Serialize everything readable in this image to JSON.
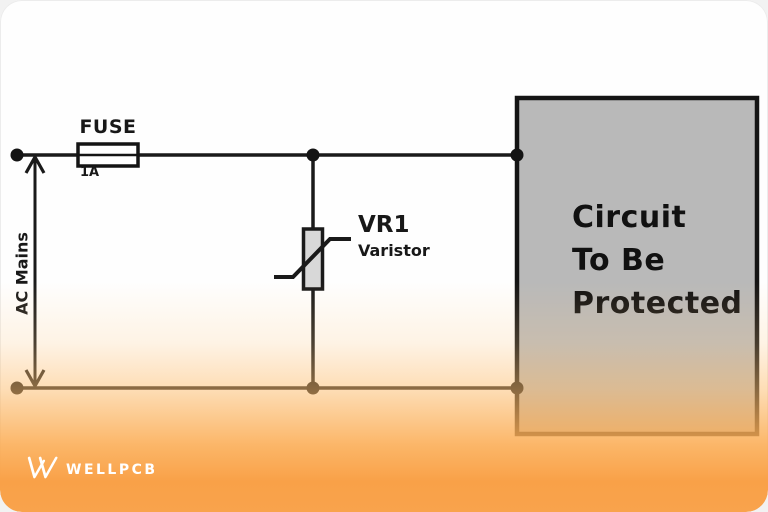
{
  "diagram": {
    "title_semantic": "varistor-surge-protection-circuit",
    "fuse": {
      "label": "FUSE",
      "rating": "1A"
    },
    "source": {
      "label": "AC Mains"
    },
    "varistor": {
      "designator": "VR1",
      "label": "Varistor"
    },
    "protected_box": {
      "lines": [
        "Circuit",
        "To Be",
        "Protected"
      ]
    },
    "colors": {
      "wire": "#1A1A1A",
      "box_fill": "#B9B9B9",
      "varistor_fill": "#D8D8D8",
      "accent_orange": "#F9A14C",
      "page_background": "#FEFEFE"
    }
  },
  "branding": {
    "logo_text": "WELLPCB"
  }
}
